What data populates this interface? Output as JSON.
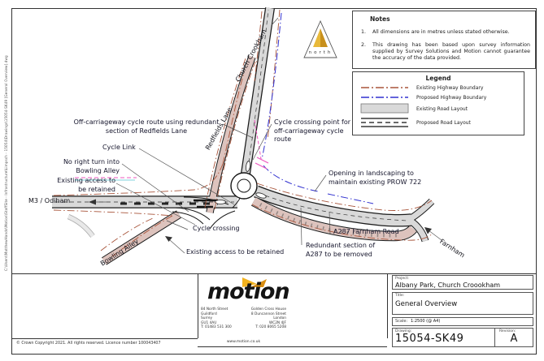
{
  "colors": {
    "existing_boundary": "#a8543a",
    "proposed_boundary": "#3030cf",
    "road_fill": "#d9d9d9",
    "road_casing": "#1a1a1a",
    "cycle_magenta": "#ee58c0",
    "logo_orange": "#f2b21f",
    "logo_orange_dark": "#d98e12"
  },
  "filepath": "C:\\Users\\MatthewHands\\Motion\\StaffSite - Infrastructure\\Limpsch - 15054\\Drawings\\15054-SK49 [General Overview].dwg",
  "north": {
    "label": "north"
  },
  "notes": {
    "title": "Notes",
    "items": [
      {
        "num": "1.",
        "text": "All dimensions are in metres unless stated otherwise."
      },
      {
        "num": "2.",
        "text": "This drawing has been based upon survey information supplied by Survey Solutions and Motion cannot guarantee the accuracy of the data provided."
      }
    ]
  },
  "legend": {
    "title": "Legend",
    "items": [
      {
        "label": "Existing Highway Boundary"
      },
      {
        "label": "Proposed Highway Boundary"
      },
      {
        "label": "Existing Road Layout"
      },
      {
        "label": "Proposed Road Layout"
      }
    ]
  },
  "map_labels": {
    "church_crookham": "Church Crookham",
    "redfields_lane": "Redfields Lane",
    "bowling_alley": "Bowling Alley",
    "farnham": "Farnham",
    "m3_odiham": "M3 / Odiham"
  },
  "annotations": {
    "off_carriageway": "Off-carriageway cycle route using redundant section of Redfields Lane",
    "cycle_link": "Cycle Link",
    "no_right_turn": "No right turn into Bowling Alley",
    "existing_access_west": "Existing access to be retained",
    "cycle_crossing": "Cycle crossing",
    "existing_access_south": "Existing access to be retained",
    "cycle_crossing_point": "Cycle crossing point for off-carriageway cycle route",
    "opening_landscaping": "Opening in landscaping to maintain existing PROW 722",
    "a287_farnham_road": "A287 Farnham Road",
    "redundant_section": "Redundant section of A287 to be removed"
  },
  "title_block": {
    "project_label": "Project:",
    "project": "Albany Park, Church Croookham",
    "title_label": "Title:",
    "title": "General Overview",
    "scale_label": "Scale:",
    "scale": "1:2500   (@ A4)",
    "drawing_label": "Drawing:",
    "drawing": "15054-SK49",
    "revision_label": "Revision:",
    "revision": "A",
    "logo_text": "motion",
    "office1": {
      "line1": "84 North Street",
      "line2": "Guildford",
      "line3": "Surrey",
      "line4": "GU1 4AU",
      "phone": "T: 01483 531 300"
    },
    "office2": {
      "line1": "Golden Cross House",
      "line2": "8 Duncannon Street",
      "line3": "London",
      "line4": "WC2N 4JF",
      "phone": "T: 020 8065 5208"
    },
    "website": "www.motion.co.uk"
  },
  "copyright": "© Crown Copyright 2021. All rights reserved. Licence number 100043407"
}
